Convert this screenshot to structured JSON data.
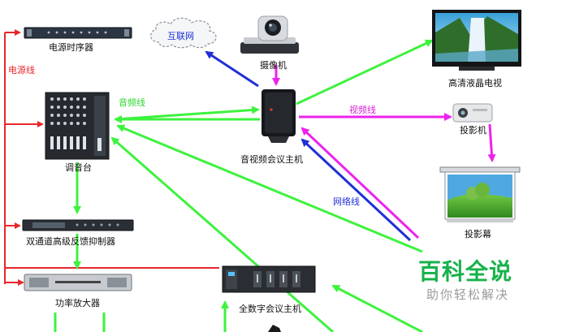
{
  "devices": {
    "power_sequencer": "电源时序器",
    "internet": "互联网",
    "camera": "摄像机",
    "tv": "高清液晶电视",
    "mixer": "调音台",
    "av_host": "音视频会议主机",
    "projector": "投影机",
    "screen": "投影幕",
    "feedback_suppressor": "双通道高级反馈抑制器",
    "amplifier": "功率放大器",
    "digital_host": "全数字会议主机"
  },
  "wires": {
    "power": "电源线",
    "audio": "音频线",
    "video": "视频线",
    "network": "网络线"
  },
  "colors": {
    "power": "#e8262b",
    "audio": "#3ef23e",
    "video": "#ee22ee",
    "network": "#1f2fd6"
  },
  "watermark": {
    "brand": "百科全说",
    "tagline": "助你轻松解决"
  }
}
